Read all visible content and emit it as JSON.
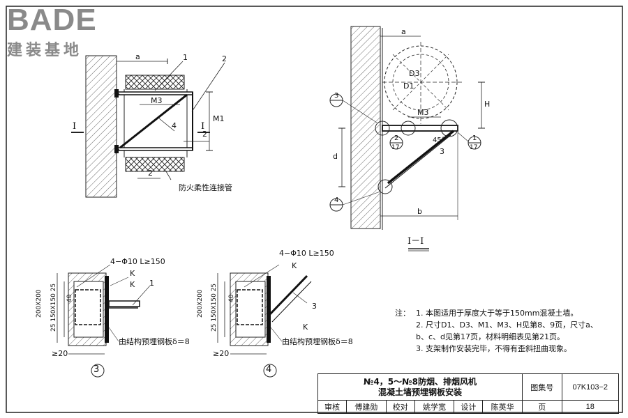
{
  "logo": {
    "brand": "BADE",
    "subtitle": "建装基地"
  },
  "labels": {
    "a": "a",
    "b": "b",
    "d": "d",
    "H": "H",
    "M1": "M1",
    "M3": "M3",
    "D1": "D1",
    "D3": "D3",
    "angle": "45°",
    "one": "1",
    "two": "2",
    "three": "3",
    "four": "4",
    "seventeen": "17",
    "roman_I": "I",
    "section_title": "I－I",
    "fire_pipe": "防火柔性连接管"
  },
  "details": {
    "rebar": "4−Φ10  L≥150",
    "weld": "K",
    "plate": "由结构预埋钢板δ＝8",
    "dim_200": "200X200",
    "dim_150": "25 150X150 25",
    "dim_25": "25",
    "dim_40": "40",
    "min_20": "≥20",
    "detail3": "③",
    "detail4": "④"
  },
  "notes": {
    "heading": "注：",
    "items": [
      "1. 本图适用于厚度大于等于150mm混凝土墙。",
      "2. 尺寸D1、D3、M1、M3、H见第8、9页，尺寸a、b、c、d见第17页，材料明细表见第21页。",
      "3. 支架制作安装完毕，不得有歪斜扭曲现象。"
    ]
  },
  "title_block": {
    "title_line1": "№4，5～№8防烟、排烟风机",
    "title_line2": "混凝土墙预埋钢板安装",
    "atlas_label": "图集号",
    "atlas_no": "07K103−2",
    "page_label": "页",
    "page_no": "18",
    "review_label": "审核",
    "reviewer": "傅建勋",
    "check_label": "校对",
    "checker": "姚学宽",
    "design_label": "设计",
    "designer": "陈英华"
  }
}
